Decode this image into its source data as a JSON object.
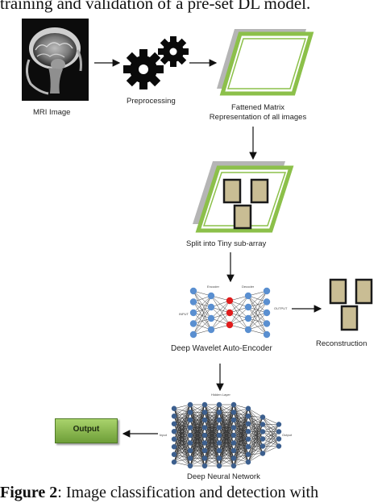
{
  "header_fragment": "training and validation of a pre-set DL model.",
  "labels": {
    "mri_image": "MRI Image",
    "preprocessing": "Preprocessing",
    "flattened_line1": "Fattened Matrix",
    "flattened_line2": "Representation of all images",
    "split": "Split into Tiny sub-array",
    "dwae": "Deep Wavelet Auto-Encoder",
    "reconstruction": "Reconstruction",
    "dnn": "Deep Neural Network",
    "output": "Output"
  },
  "autoencoder_labels": {
    "encoder": "Encoder",
    "decoder": "Decoder",
    "input": "INPUT",
    "output": "OUTPUT"
  },
  "dnn_labels": {
    "hidden_layer": "Hidden Layer",
    "input": "Input",
    "output": "Output"
  },
  "caption": {
    "prefix": "Figure 2",
    "text": ": Image classification and detection with"
  },
  "colors": {
    "frame_green": "#8cc04a",
    "frame_gray": "#a9a9a9",
    "tile_fill": "#c9bd94",
    "tile_border": "#1a1a1a",
    "node_blue": "#5a8fd0",
    "node_red": "#e01c1c",
    "output_green": "#8cbf4f"
  }
}
